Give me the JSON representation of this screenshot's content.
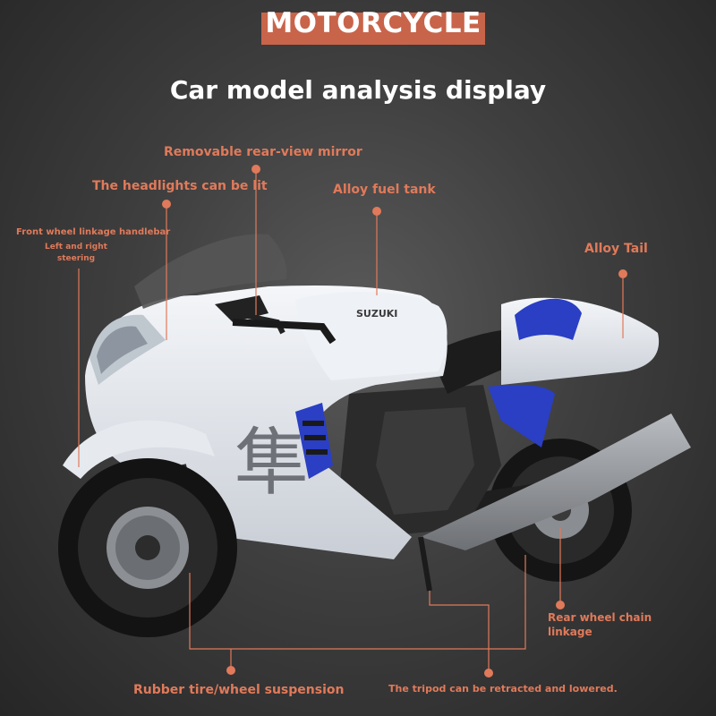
{
  "header": {
    "banner": "MOTORCYCLE",
    "subtitle": "Car model analysis display"
  },
  "model": {
    "brand_text": "SUZUKI",
    "fairing_glyph": "隼"
  },
  "callouts": {
    "mirror": "Removable rear-view mirror",
    "headlights": "The headlights can be lit",
    "fuel_tank": "Alloy fuel tank",
    "handlebar": "Front wheel linkage handlebar",
    "steering_line1": "Left and right",
    "steering_line2": "steering",
    "tail": "Alloy Tail",
    "chain_line1": "Rear wheel chain",
    "chain_line2": "linkage",
    "tire": "Rubber tire/wheel suspension",
    "tripod": "The tripod can be retracted and lowered."
  },
  "colors": {
    "accent": "#c8644a",
    "label": "#e07a5a",
    "body_white": "#e9edf2",
    "accent_blue": "#2a3fc4"
  }
}
